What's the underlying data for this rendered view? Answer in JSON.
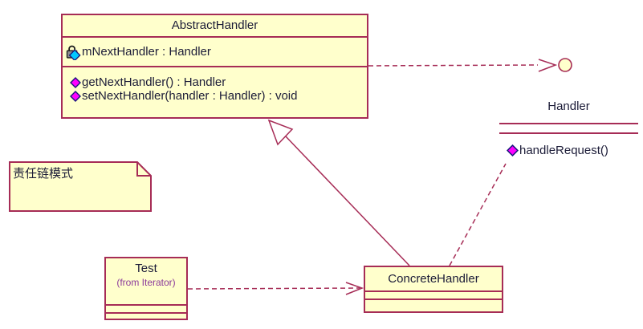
{
  "colors": {
    "line": "#a62c56",
    "fill": "#ffffcc",
    "text": "#1c1c38",
    "op_icon": "#ff00ff",
    "attr_icon": "#00c8ff",
    "from_label": "#8b3a9b"
  },
  "classes": {
    "abstract_handler": {
      "name": "AbstractHandler",
      "attributes": [
        "mNextHandler : Handler"
      ],
      "operations": [
        "getNextHandler() : Handler",
        "setNextHandler(handler : Handler) : void"
      ]
    },
    "concrete_handler": {
      "name": "ConcreteHandler",
      "attributes": [],
      "operations": []
    },
    "test": {
      "name": "Test",
      "package_label": "(from Iterator)"
    }
  },
  "interface": {
    "name": "Handler",
    "operations": [
      "handleRequest()"
    ]
  },
  "note": {
    "text": "责任链模式"
  },
  "relationships": [
    {
      "type": "generalization",
      "from": "ConcreteHandler",
      "to": "AbstractHandler"
    },
    {
      "type": "realization-dashed",
      "from": "ConcreteHandler",
      "to": "Handler"
    },
    {
      "type": "dependency-dashed",
      "from": "Test",
      "to": "ConcreteHandler"
    },
    {
      "type": "interface-lollipop-dashed",
      "from": "AbstractHandler",
      "to": "Handler"
    }
  ]
}
